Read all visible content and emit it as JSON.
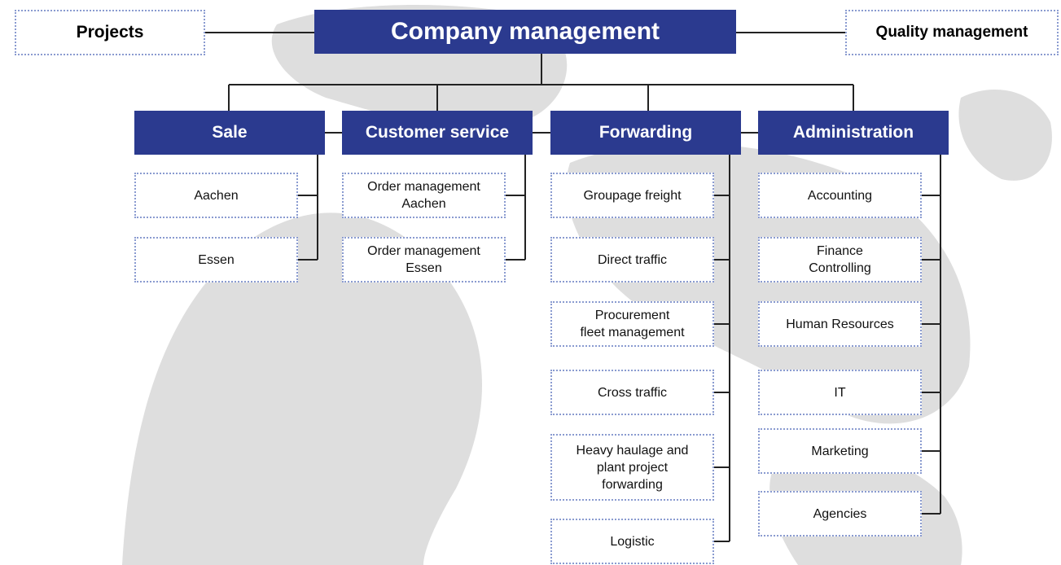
{
  "chart": {
    "top": "Company management",
    "left_side": "Projects",
    "right_side": "Quality management",
    "departments": [
      {
        "label": "Sale",
        "items": [
          "Aachen",
          "Essen"
        ]
      },
      {
        "label": "Customer service",
        "items": [
          "Order management\nAachen",
          "Order management\nEssen"
        ]
      },
      {
        "label": "Forwarding",
        "items": [
          "Groupage freight",
          "Direct traffic",
          "Procurement\nfleet management",
          "Cross traffic",
          "Heavy haulage and\nplant project\nforwarding",
          "Logistic"
        ]
      },
      {
        "label": "Administration",
        "items": [
          "Accounting",
          "Finance\nControlling",
          "Human Resources",
          "IT",
          "Marketing",
          "Agencies"
        ]
      }
    ]
  },
  "colors": {
    "box_fill": "#2b3a8f",
    "dotted_border": "#8a9bd0",
    "line": "#222222",
    "globe": "#d6d6d6"
  }
}
